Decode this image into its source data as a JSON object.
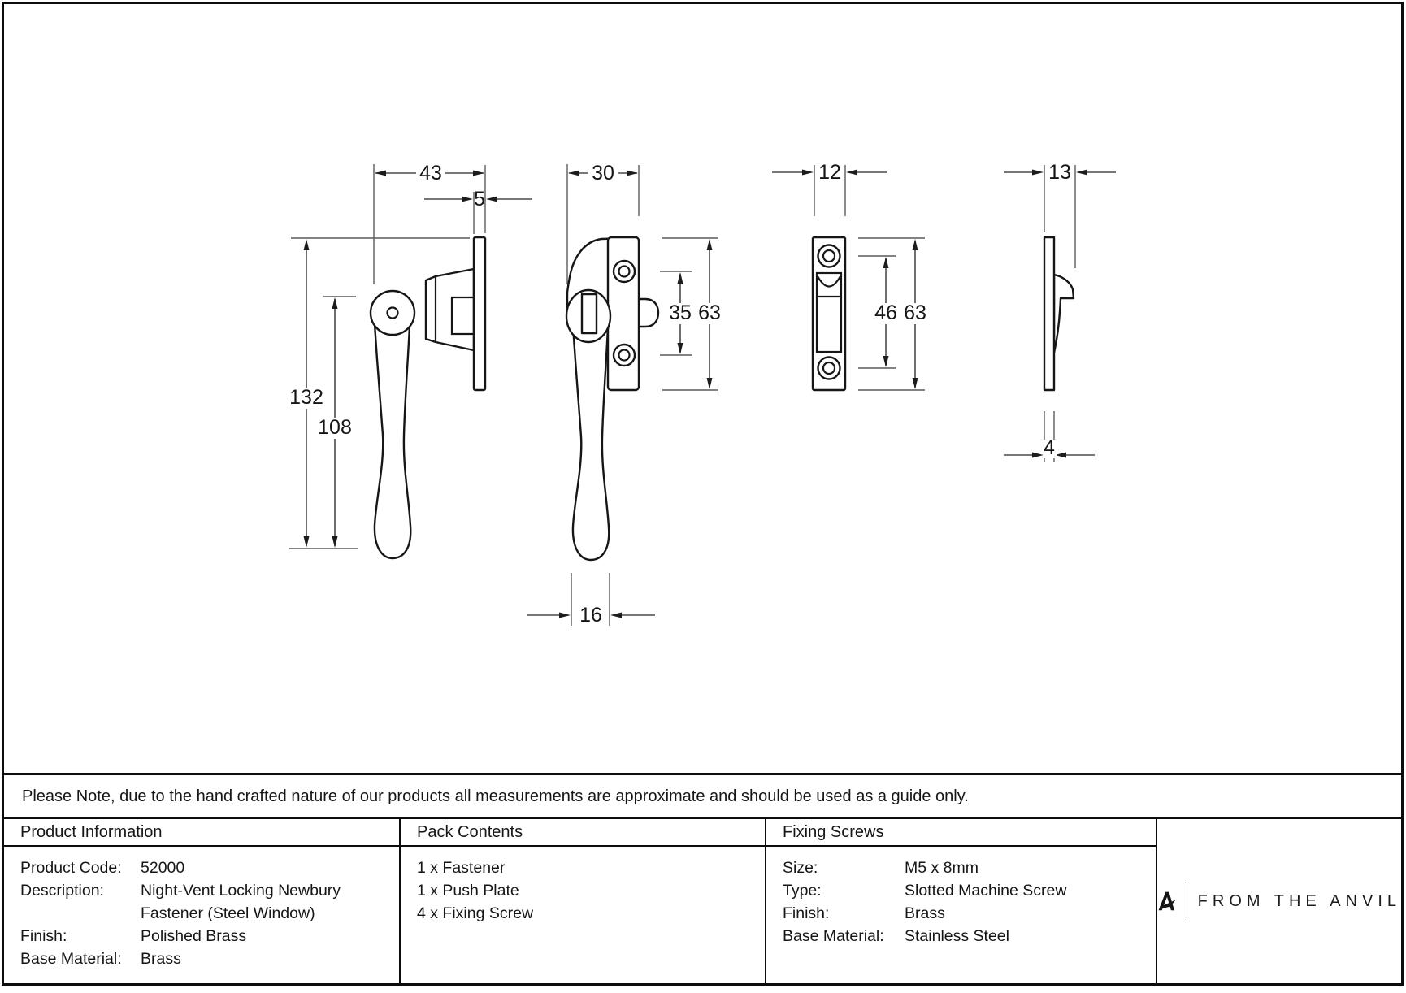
{
  "views": {
    "side_view": {
      "name": "fastener-side-view",
      "dims": {
        "width": "43",
        "plate_thickness": "5",
        "overall_height": "132",
        "handle_length": "108"
      }
    },
    "front_view": {
      "name": "fastener-front-view",
      "dims": {
        "width": "30",
        "hole_spacing": "35",
        "height": "63",
        "handle_width": "16"
      }
    },
    "plate_front_view": {
      "name": "push-plate-front-view",
      "dims": {
        "width": "12",
        "hole_spacing": "46",
        "height": "63"
      }
    },
    "plate_side_view": {
      "name": "push-plate-side-view",
      "dims": {
        "depth": "13",
        "thickness": "4"
      }
    }
  },
  "note": "Please Note, due to the hand crafted nature of our products all measurements are approximate and should be used as a guide only.",
  "table": {
    "product_information": {
      "header": "Product Information",
      "rows": [
        {
          "label": "Product Code:",
          "value": "52000"
        },
        {
          "label": "Description:",
          "value": "Night-Vent Locking Newbury Fastener (Steel Window)"
        },
        {
          "label": "Finish:",
          "value": "Polished Brass"
        },
        {
          "label": "Base Material:",
          "value": "Brass"
        }
      ]
    },
    "pack_contents": {
      "header": "Pack Contents",
      "items": [
        "1 x Fastener",
        "1 x Push Plate",
        "4 x Fixing Screw"
      ]
    },
    "fixing_screws": {
      "header": "Fixing Screws",
      "rows": [
        {
          "label": "Size:",
          "value": "M5 x 8mm"
        },
        {
          "label": "Type:",
          "value": "Slotted Machine Screw"
        },
        {
          "label": "Finish:",
          "value": "Brass"
        },
        {
          "label": "Base Material:",
          "value": "Stainless Steel"
        }
      ]
    },
    "brand": {
      "name": "FROM THE ANVIL"
    }
  },
  "colors": {
    "object_line": "#161616",
    "dimension_line": "#4a4a4a",
    "border": "#0c0c0c"
  }
}
